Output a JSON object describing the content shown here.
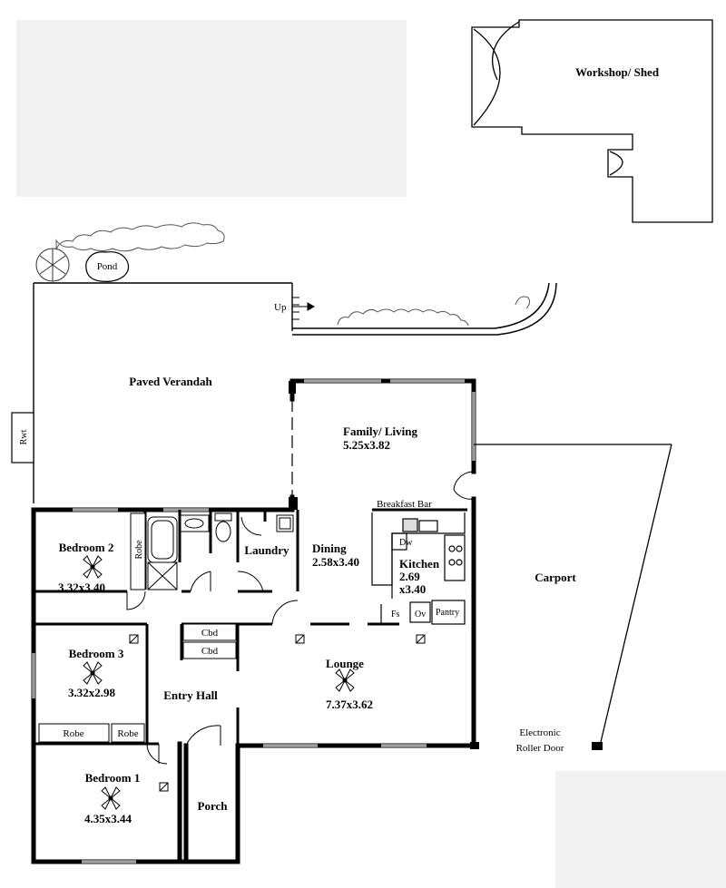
{
  "rooms": {
    "workshop": "Workshop/ Shed",
    "pond": "Pond",
    "up": "Up",
    "verandah": "Paved Verandah",
    "rwt": "Rwt",
    "family_title": "Family/ Living",
    "family_size": "5.25x3.82",
    "breakfast_bar": "Breakfast Bar",
    "bedroom2_title": "Bedroom 2",
    "bedroom2_size": "3.32x3.40",
    "robe_b2": "Robe",
    "laundry": "Laundry",
    "dining_title": "Dining",
    "dining_size": "2.58x3.40",
    "dw": "Dw",
    "kitchen_title": "Kitchen",
    "kitchen_size1": "2.69",
    "kitchen_size2": "x3.40",
    "fs": "Fs",
    "ov": "Ov",
    "pantry": "Pantry",
    "carport": "Carport",
    "cbd1": "Cbd",
    "cbd2": "Cbd",
    "bedroom3_title": "Bedroom 3",
    "bedroom3_size": "3.32x2.98",
    "entry_hall": "Entry Hall",
    "lounge_title": "Lounge",
    "lounge_size": "7.37x3.62",
    "robe_b3a": "Robe",
    "robe_b3b": "Robe",
    "roller_door1": "Electronic",
    "roller_door2": "Roller Door",
    "bedroom1_title": "Bedroom 1",
    "bedroom1_size": "4.35x3.44",
    "porch": "Porch"
  },
  "colors": {
    "wall": "#000000",
    "redaction": "#f2f2f2"
  }
}
